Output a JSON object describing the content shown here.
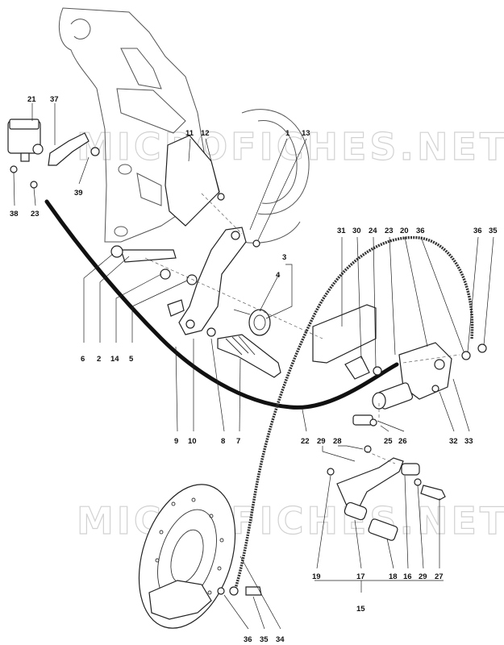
{
  "watermark": {
    "text": "MICROFICHES.NET"
  },
  "part_numbers": {
    "p1": "1",
    "p2": "2",
    "p3": "3",
    "p4": "4",
    "p5": "5",
    "p6": "6",
    "p7": "7",
    "p8": "8",
    "p9": "9",
    "p10": "10",
    "p11": "11",
    "p12": "12",
    "p13": "13",
    "p14": "14",
    "p15": "15",
    "p16": "16",
    "p17": "17",
    "p18": "18",
    "p19": "19",
    "p20": "20",
    "p21": "21",
    "p22": "22",
    "p23": "23",
    "p24": "24",
    "p25": "25",
    "p26": "26",
    "p27": "27",
    "p28": "28",
    "p29": "29",
    "p30": "30",
    "p31": "31",
    "p32": "32",
    "p33": "33",
    "p34": "34",
    "p35": "35",
    "p36": "36",
    "p37": "37",
    "p38": "38",
    "p39": "39"
  },
  "colors": {
    "line": "#222222",
    "hose": "#111111",
    "watermark": "#d2d2d2"
  }
}
